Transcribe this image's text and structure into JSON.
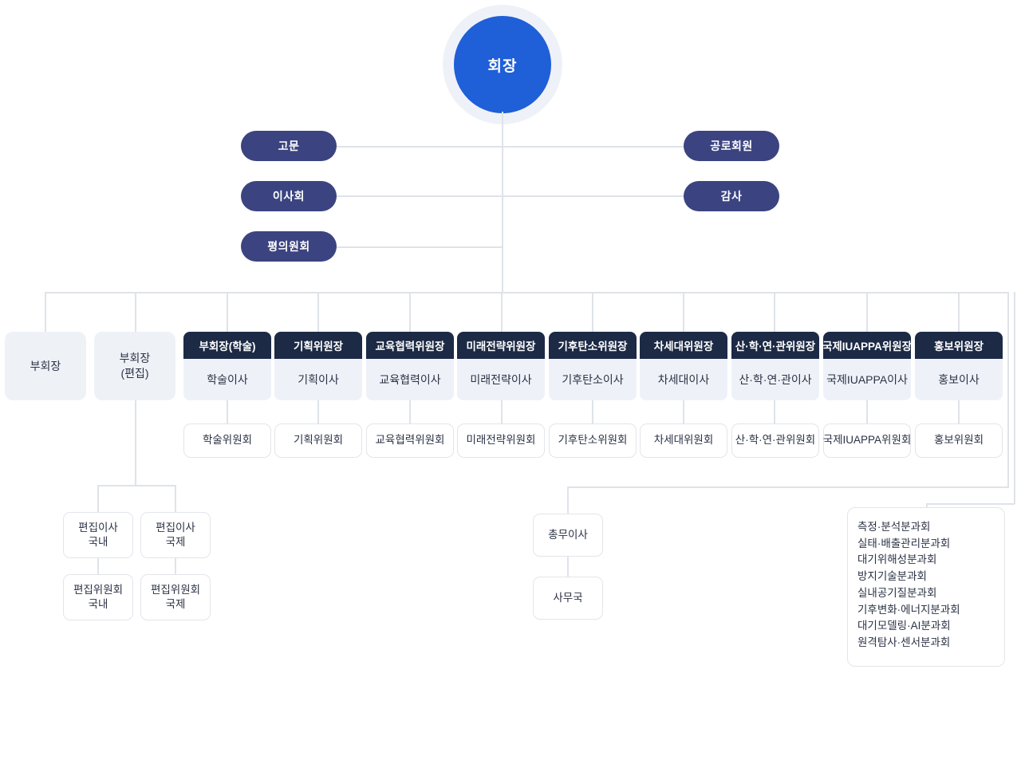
{
  "root": {
    "label": "회장"
  },
  "advisory_left": [
    {
      "label": "고문"
    },
    {
      "label": "이사회"
    },
    {
      "label": "평의원회"
    }
  ],
  "advisory_right": [
    {
      "label": "공로회원"
    },
    {
      "label": "감사"
    }
  ],
  "plain_columns": [
    {
      "line1": "부회장",
      "line2": ""
    },
    {
      "line1": "부회장",
      "line2": "(편집)"
    }
  ],
  "columns": [
    {
      "chair": "부회장(학술)",
      "director": "학술이사",
      "committee": "학술위원회"
    },
    {
      "chair": "기획위원장",
      "director": "기획이사",
      "committee": "기획위원회"
    },
    {
      "chair": "교육협력위원장",
      "director": "교육협력이사",
      "committee": "교육협력위원회"
    },
    {
      "chair": "미래전략위원장",
      "director": "미래전략이사",
      "committee": "미래전략위원회"
    },
    {
      "chair": "기후탄소위원장",
      "director": "기후탄소이사",
      "committee": "기후탄소위원회"
    },
    {
      "chair": "차세대위원장",
      "director": "차세대이사",
      "committee": "차세대위원회"
    },
    {
      "chair": "산·학·연·관위원장",
      "director": "산·학·연·관이사",
      "committee": "산·학·연·관위원회"
    },
    {
      "chair": "국제IUAPPA위원장",
      "director": "국제IUAPPA이사",
      "committee": "국제IUAPPA위원회"
    },
    {
      "chair": "홍보위원장",
      "director": "홍보이사",
      "committee": "홍보위원회"
    }
  ],
  "edit_branch": [
    {
      "line1": "편집이사",
      "line2": "국내",
      "child1": "편집위원회",
      "child2": "국내"
    },
    {
      "line1": "편집이사",
      "line2": "국제",
      "child1": "편집위원회",
      "child2": "국제"
    }
  ],
  "admin_branch": {
    "director": "총무이사",
    "office": "사무국"
  },
  "subcommittees": [
    "측정·분석분과회",
    "실태·배출관리분과회",
    "대기위해성분과회",
    "방지기술분과회",
    "실내공기질분과회",
    "기후변화·에너지분과회",
    "대기모델링·AI분과회",
    "원격탐사·센서분과회"
  ],
  "colors": {
    "root_circle": "#1f5fd8",
    "root_ring": "#eef2f8",
    "pill": "#3b4480",
    "column_header": "#1c2a45",
    "column_body": "#eef2f8",
    "plain_box": "#eef2f7",
    "line": "#dfe3e9",
    "box_border": "#e2e5ea",
    "text_dark": "#2b3245"
  }
}
